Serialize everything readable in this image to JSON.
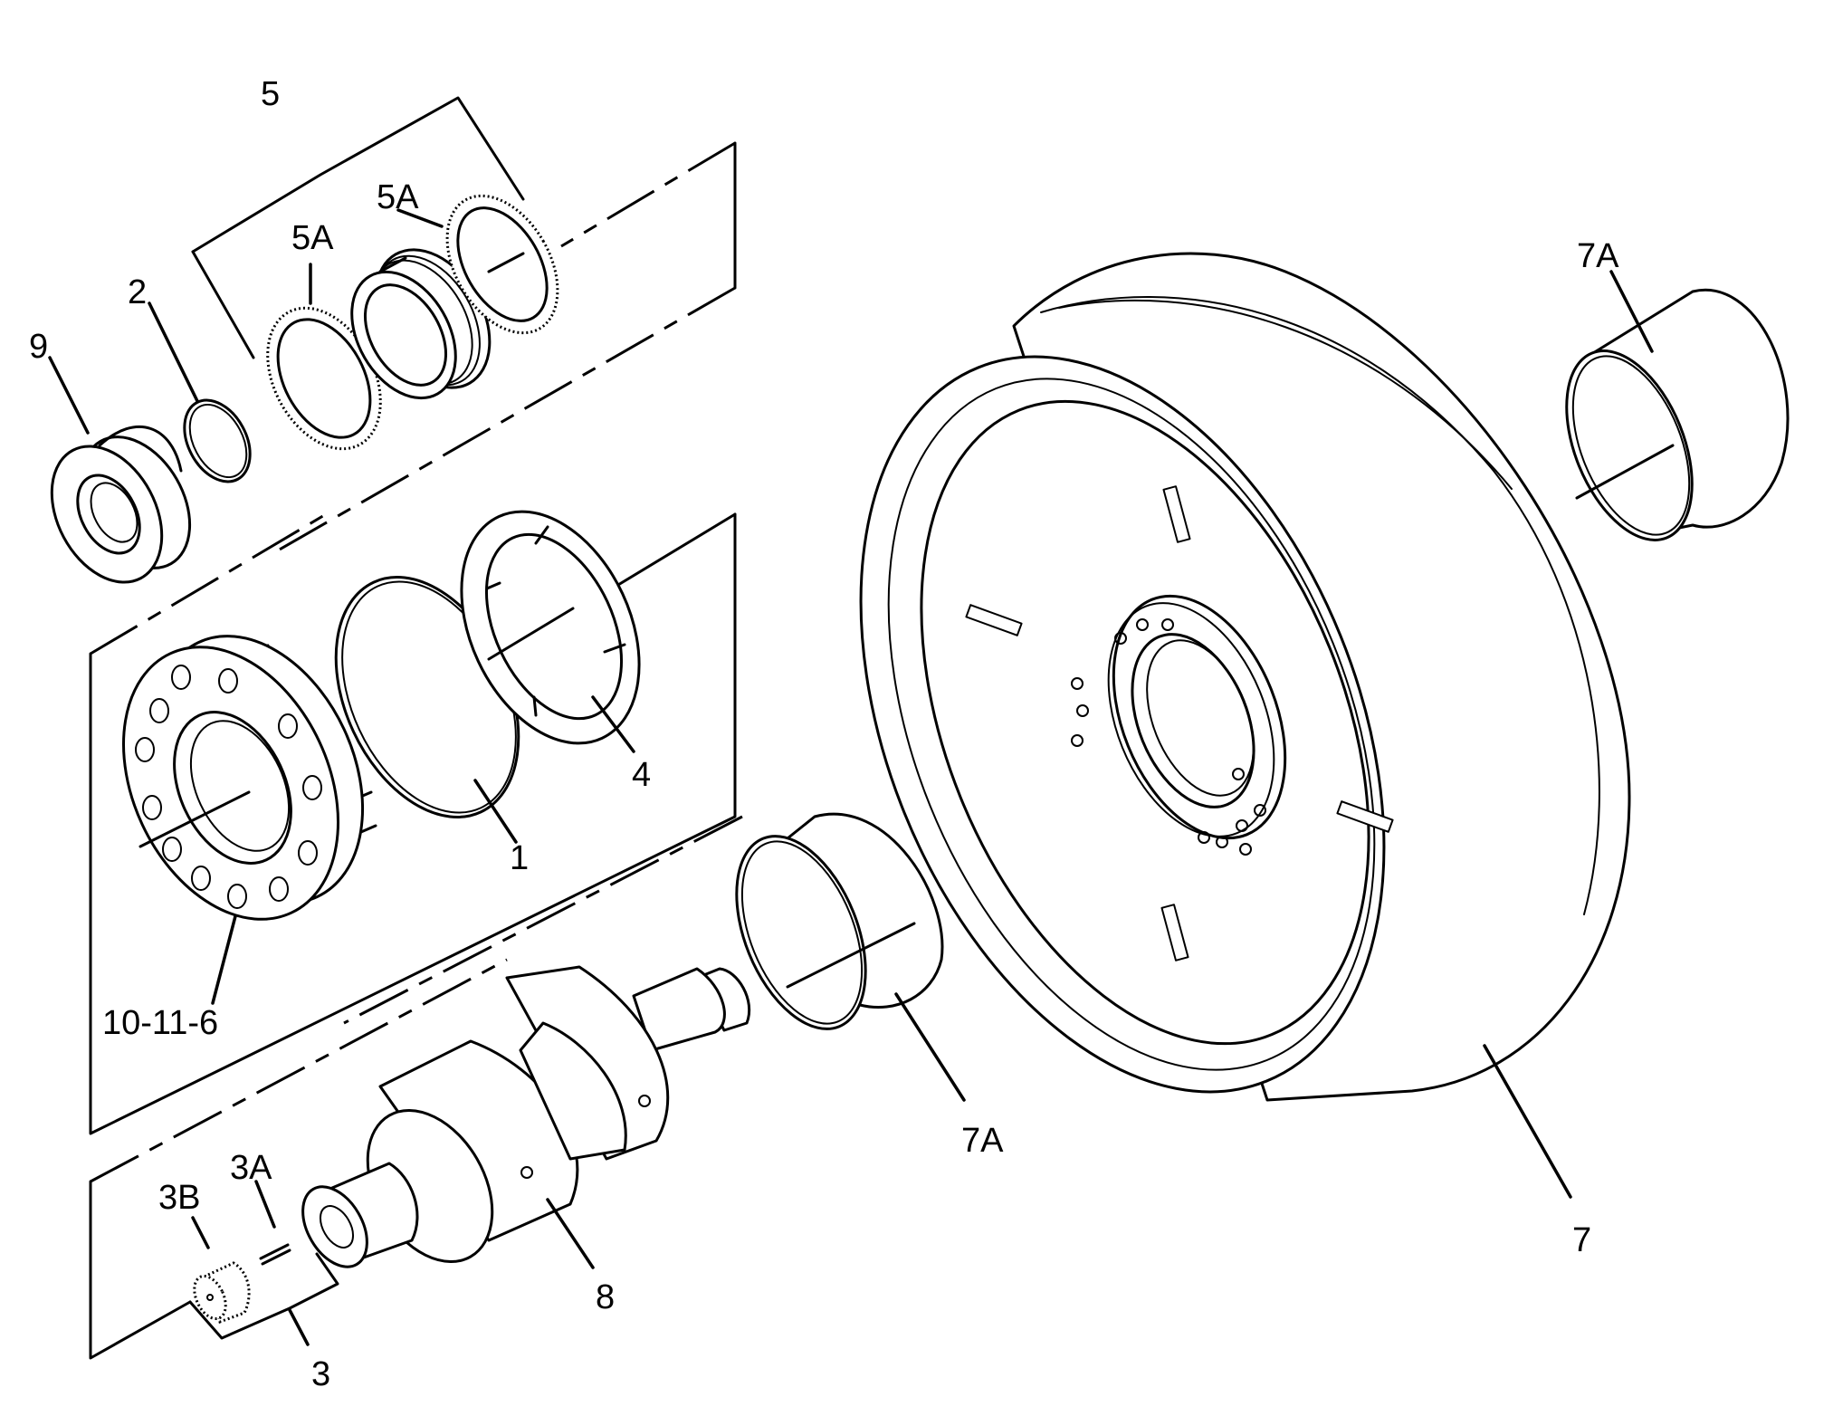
{
  "callouts": {
    "c5": "5",
    "c5a_top": "5A",
    "c5a_left": "5A",
    "c2": "2",
    "c9": "9",
    "c7a_right": "7A",
    "c4": "4",
    "c1": "1",
    "c10_11_6": "10-11-6",
    "c7a_lower": "7A",
    "c7": "7",
    "c3a": "3A",
    "c3b": "3B",
    "c8": "8",
    "c3": "3"
  }
}
